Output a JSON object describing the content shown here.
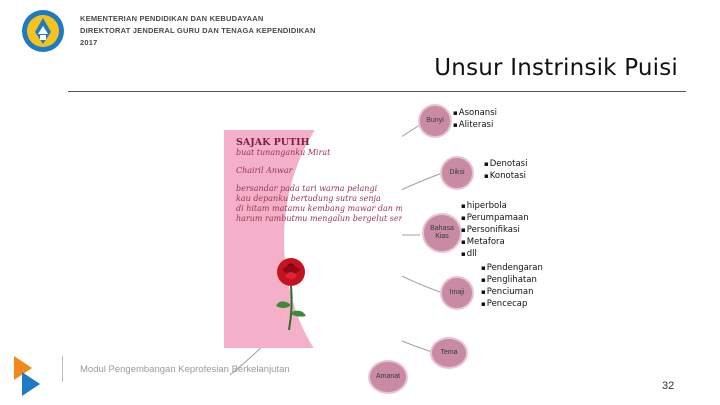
{
  "header": {
    "org_line1": "KEMENTERIAN PENDIDIKAN DAN KEBUDAYAAN",
    "org_line2": "DIREKTORAT JENDERAL GURU DAN TENAGA KEPENDIDIKAN",
    "org_line3": "2017"
  },
  "slide": {
    "title": "Unsur Instrinsik Puisi",
    "page_number": "32"
  },
  "poem_card": {
    "title": "SAJAK PUTIH",
    "dedication": "buat tunanganku Mirat",
    "author": "Chairil Anwar",
    "lines": [
      "bersandar pada tari warna pelangi",
      "kau depanku bertudung sutra senja",
      "di hitam matamu kembang mawar dan melati",
      "harum rambutmu mengalun bergelut senda"
    ]
  },
  "nodes": {
    "bunyi": {
      "label": "Bunyi",
      "items": [
        "Asonansi",
        "Aliterasi"
      ]
    },
    "diksi": {
      "label": "Diksi",
      "items": [
        "Denotasi",
        "Konotasi"
      ]
    },
    "bahasa_kias": {
      "label_line1": "Bahasa",
      "label_line2": "Kias",
      "items": [
        "hiperbola",
        "Perumpamaan",
        "Personifikasi",
        "Metafora",
        "dll"
      ]
    },
    "imaji": {
      "label": "Imaji",
      "items": [
        "Pendengaran",
        "Penglihatan",
        "Penciuman",
        "Pencecap"
      ]
    },
    "tema": {
      "label": "Tema"
    },
    "amanat": {
      "label": "Amanat"
    }
  },
  "footer": {
    "text": "Modul Pengembangan Keprofesian Berkelanjutan"
  },
  "colors": {
    "node_fill": "#c98aa4",
    "poem_bg": "#f4b0c8",
    "connector": "#a0a0a0",
    "logo_blue": "#1c7bc4",
    "footer_orange": "#f08a1c"
  }
}
